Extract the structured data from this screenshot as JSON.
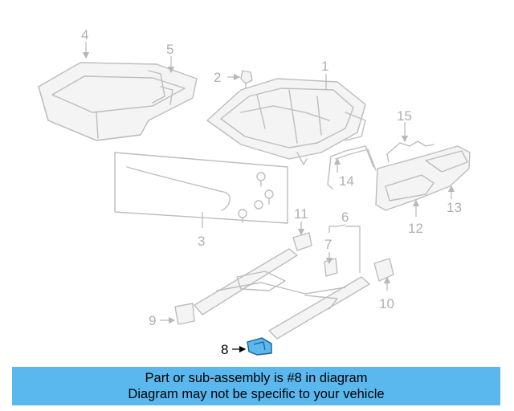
{
  "diagram": {
    "callouts": {
      "c1": "1",
      "c2": "2",
      "c3": "3",
      "c4": "4",
      "c5": "5",
      "c6": "6",
      "c7": "7",
      "c8": "8",
      "c9": "9",
      "c10": "10",
      "c11": "11",
      "c12": "12",
      "c13": "13",
      "c14": "14",
      "c15": "15"
    },
    "highlighted_part": "8",
    "highlight_color": "#5ab8ef",
    "line_color": "#bdbdbd"
  },
  "banner": {
    "line1": "Part or sub-assembly is #8 in diagram",
    "line2": "Diagram may not be specific to your vehicle",
    "background": "#5ab8ef"
  }
}
